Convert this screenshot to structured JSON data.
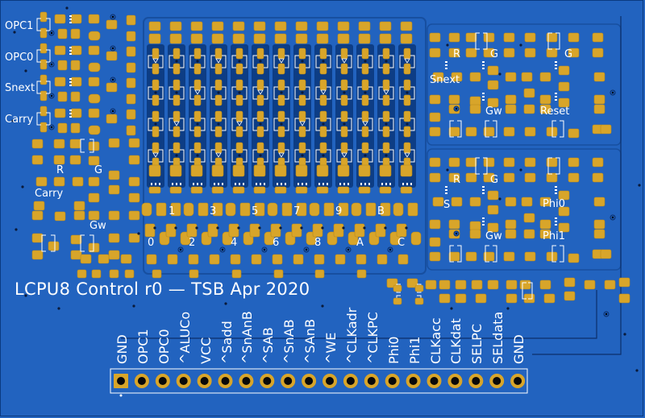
{
  "board": {
    "title": "LCPU8 Control r0 — TSB Apr 2020",
    "colors": {
      "board": "#2263bf",
      "pad": "#d8a52a",
      "silk": "#ffffff",
      "trace": "#1a57ae",
      "zone_dark": "#0d3d85"
    }
  },
  "left_block": {
    "signal_labels": [
      "OPC1",
      "OPC0",
      "Snext",
      "Carry"
    ],
    "carry_cell": {
      "labels": [
        "R",
        "G",
        "Carry",
        "Gw"
      ]
    }
  },
  "right_block": {
    "upper": {
      "labels": [
        "R",
        "G",
        "G",
        "Snext",
        "Gw",
        "Reset"
      ]
    },
    "lower": {
      "labels": [
        "R",
        "G",
        "S",
        "Phi0",
        "Gw",
        "Phi1"
      ]
    }
  },
  "matrix": {
    "row_top_labels": [
      "1",
      "3",
      "5",
      "7",
      "9",
      "B"
    ],
    "row_bottom_labels": [
      "0",
      "2",
      "4",
      "6",
      "8",
      "A",
      "C"
    ]
  },
  "connector": {
    "pins": [
      "GND",
      "OPC1",
      "OPC0",
      "^ALUCo",
      "VCC",
      "^Sadd",
      "^SnAnB",
      "^SAB",
      "^SnAB",
      "^SAnB",
      "^WE",
      "^CLKadr",
      "^CLKPC",
      "Phi0",
      "Phi1",
      "CLKacc",
      "CLKdat",
      "SELPC",
      "SELdata",
      "GND"
    ]
  }
}
